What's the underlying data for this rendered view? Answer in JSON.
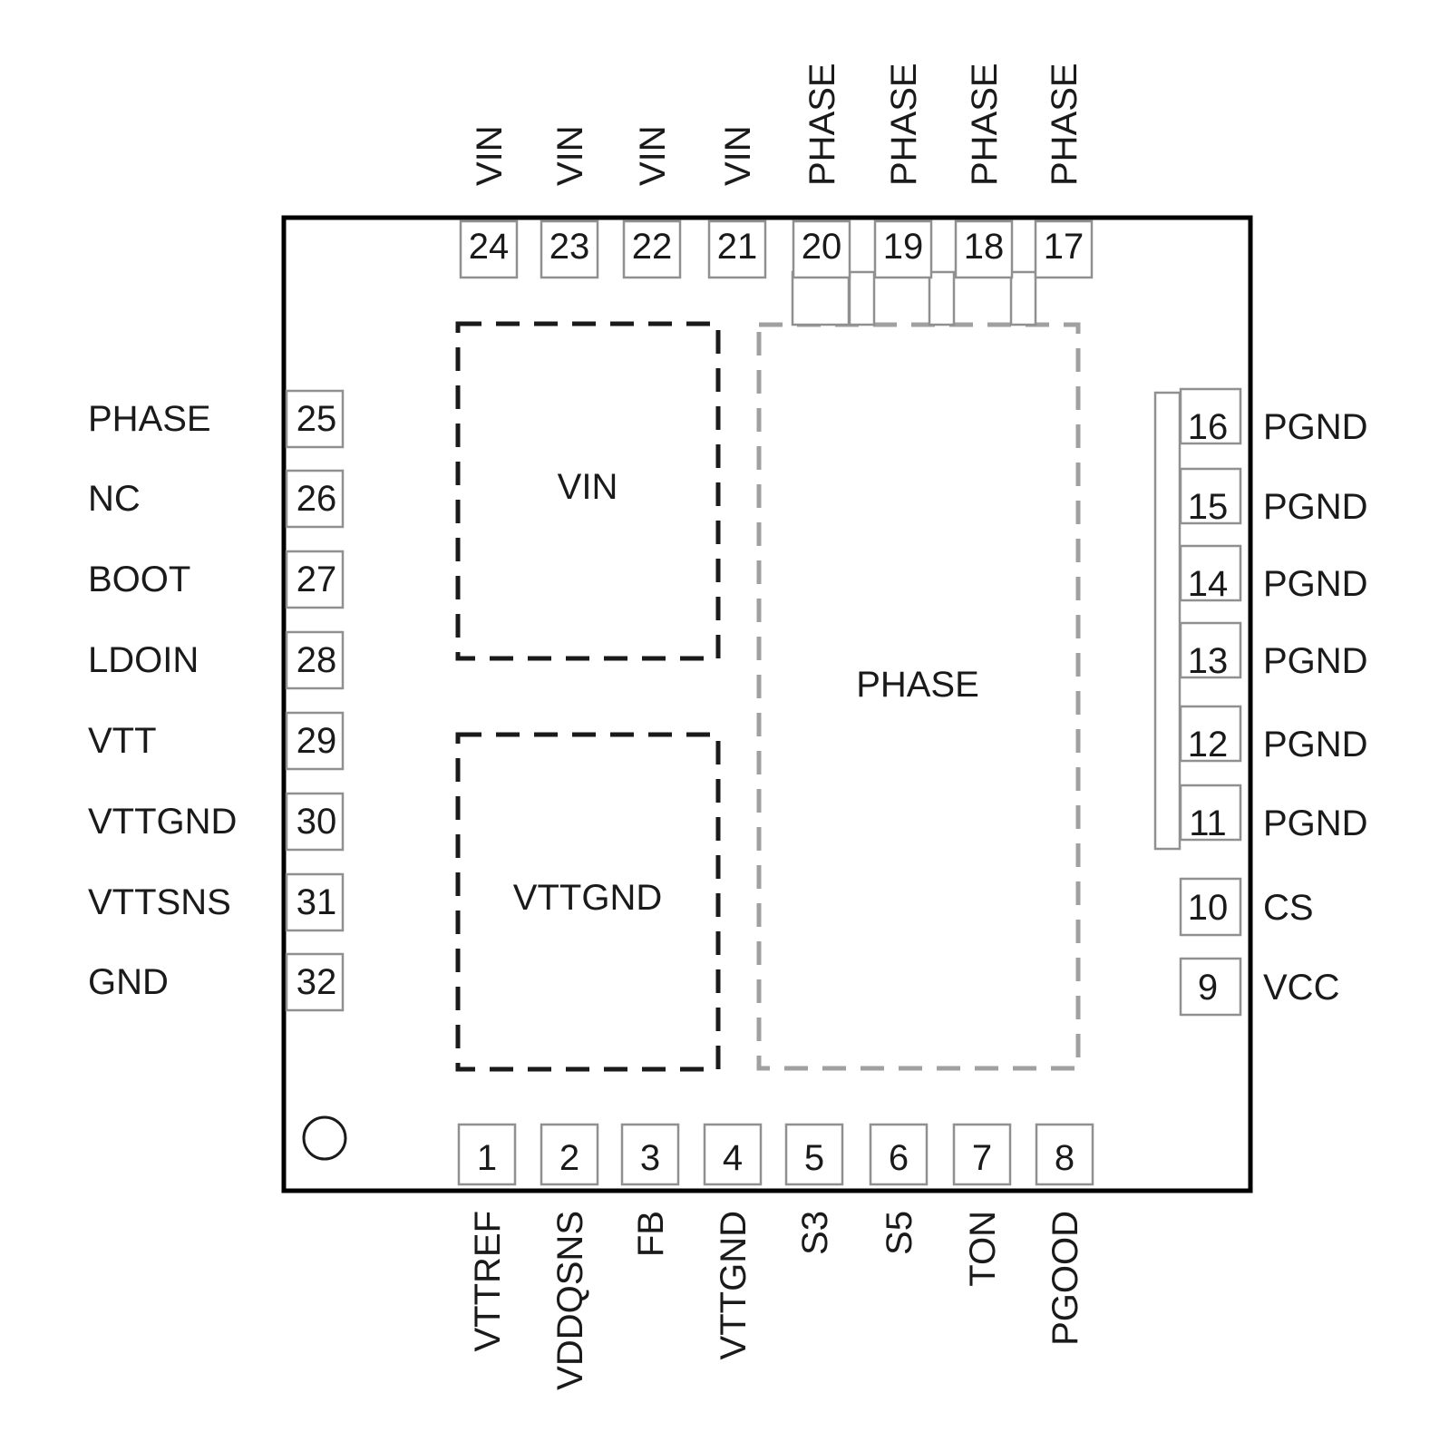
{
  "package": {
    "pins": [
      {
        "number": "1",
        "name": "VTTREF"
      },
      {
        "number": "2",
        "name": "VDDQSNS"
      },
      {
        "number": "3",
        "name": "FB"
      },
      {
        "number": "4",
        "name": "VTTGND"
      },
      {
        "number": "5",
        "name": "S3"
      },
      {
        "number": "6",
        "name": "S5"
      },
      {
        "number": "7",
        "name": "TON"
      },
      {
        "number": "8",
        "name": "PGOOD"
      },
      {
        "number": "9",
        "name": "VCC"
      },
      {
        "number": "10",
        "name": "CS"
      },
      {
        "number": "11",
        "name": "PGND"
      },
      {
        "number": "12",
        "name": "PGND"
      },
      {
        "number": "13",
        "name": "PGND"
      },
      {
        "number": "14",
        "name": "PGND"
      },
      {
        "number": "15",
        "name": "PGND"
      },
      {
        "number": "16",
        "name": "PGND"
      },
      {
        "number": "17",
        "name": "PHASE"
      },
      {
        "number": "18",
        "name": "PHASE"
      },
      {
        "number": "19",
        "name": "PHASE"
      },
      {
        "number": "20",
        "name": "PHASE"
      },
      {
        "number": "21",
        "name": "VIN"
      },
      {
        "number": "22",
        "name": "VIN"
      },
      {
        "number": "23",
        "name": "VIN"
      },
      {
        "number": "24",
        "name": "VIN"
      },
      {
        "number": "25",
        "name": "PHASE"
      },
      {
        "number": "26",
        "name": "NC"
      },
      {
        "number": "27",
        "name": "BOOT"
      },
      {
        "number": "28",
        "name": "LDOIN"
      },
      {
        "number": "29",
        "name": "VTT"
      },
      {
        "number": "30",
        "name": "VTTGND"
      },
      {
        "number": "31",
        "name": "VTTSNS"
      },
      {
        "number": "32",
        "name": "GND"
      }
    ],
    "pads": {
      "vin": "VIN",
      "vttgnd": "VTTGND",
      "phase": "PHASE"
    },
    "colors": {
      "outline": "#000000",
      "pin_outline": "#909090",
      "vin_pad_dash": "#1a1a1a",
      "vttgnd_pad_dash": "#1a1a1a",
      "phase_pad_dash": "#a0a0a0",
      "text": "#1a1a1a"
    }
  }
}
